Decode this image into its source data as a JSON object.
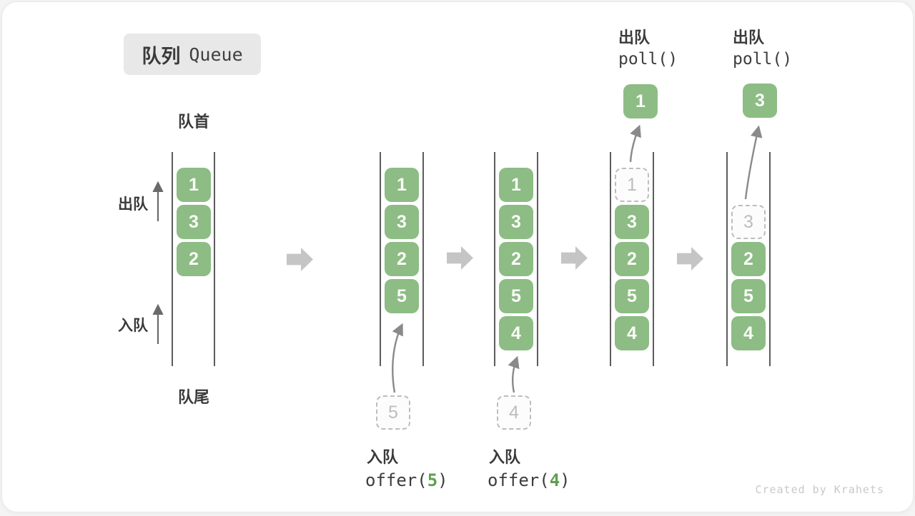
{
  "title": {
    "zh": "队列",
    "en": "Queue"
  },
  "side_labels": {
    "front": "队首",
    "rear": "队尾",
    "dequeue": "出队",
    "enqueue": "入队"
  },
  "queues": [
    {
      "state": "initial",
      "cells": [
        "1",
        "3",
        "2"
      ]
    },
    {
      "state": "enqueue-5",
      "cells": [
        "1",
        "3",
        "2",
        "5"
      ],
      "ghost": "5",
      "op": {
        "zh": "入队",
        "code_pre": "offer(",
        "arg": "5",
        "code_post": ")"
      }
    },
    {
      "state": "enqueue-4",
      "cells": [
        "1",
        "3",
        "2",
        "5",
        "4"
      ],
      "ghost": "4",
      "op": {
        "zh": "入队",
        "code_pre": "offer(",
        "arg": "4",
        "code_post": ")"
      }
    },
    {
      "state": "dequeue-1",
      "ghost": "1",
      "cells": [
        "3",
        "2",
        "5",
        "4"
      ],
      "out": "1",
      "op": {
        "zh": "出队",
        "code": "poll()"
      }
    },
    {
      "state": "dequeue-3",
      "ghost": "3",
      "cells": [
        "2",
        "5",
        "4"
      ],
      "out": "3",
      "op": {
        "zh": "出队",
        "code": "poll()"
      }
    }
  ],
  "watermark": "Created by Krahets",
  "colors": {
    "cell_green": "#8dbc85",
    "code_green": "#5fa052",
    "title_bg": "#e8e8e8",
    "wall_gray": "#5c5c5c",
    "block_arrow_gray": "#c5c5c5",
    "curved_arrow_gray": "#8a8a8a",
    "ghost_gray": "#bdbdbd"
  }
}
